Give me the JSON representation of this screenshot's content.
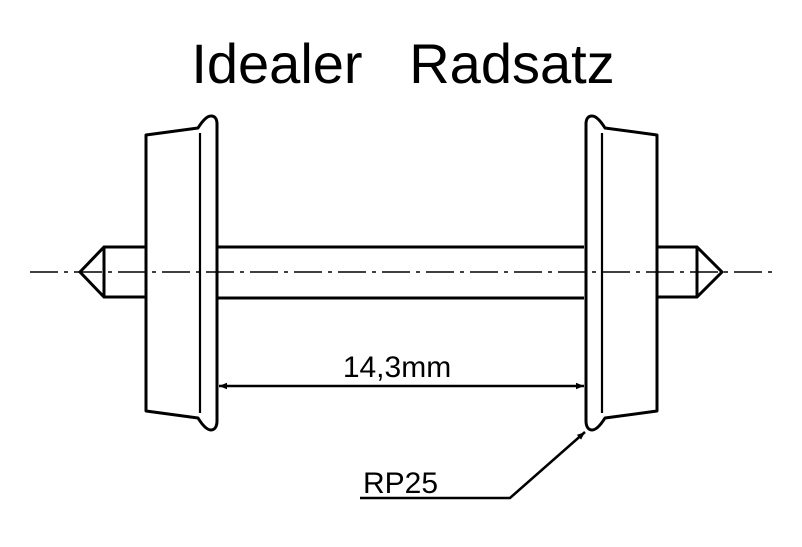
{
  "title": "Idealer   Radsatz",
  "dimension": {
    "label": "14,3mm"
  },
  "callout": {
    "label": "RP25"
  },
  "colors": {
    "ink": "#000000",
    "background": "#ffffff"
  }
}
